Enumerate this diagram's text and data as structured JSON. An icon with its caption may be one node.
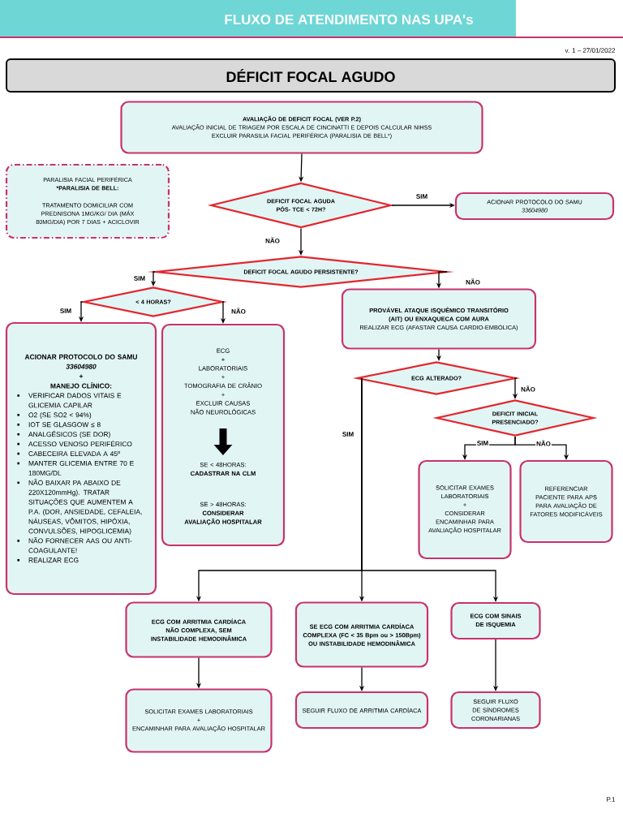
{
  "diagram": {
    "title": "DÉFICIT FOCAL AGUDO",
    "nodes": [
      {
        "text": [
          "AVALIAÇÃO DE DEFICIT FOCAL (VER P.2)",
          "AVALIAÇÃO INICIAL DE TRIAGEM POR ESCALA DE CINCINATTI E DEPOIS CALCULAR NIHSS",
          "EXCLUIR PARASILIA FACIAL PERIFÉRICA (PARALISIA DE BELL*)"
        ]
      },
      {
        "text": [
          "PARALISIA FACIAL PERIFÉRICA",
          "*PARALISIA DE BELL:",
          "TRATAMENTO DOMICILIAR COM PREDNISONA 1MG/KG/ DIA (MÁX 80MG/DIA) POR 7 DIAS + ACICLOVIR"
        ]
      },
      {
        "text": [
          "DEFICIT FOCAL AGUDA PÓS- TCE < 72H?"
        ]
      },
      {
        "text": [
          "ACIONAR PROTOCOLO DO SAMU",
          "33604980"
        ]
      },
      {
        "text": [
          "DEFICIT FOCAL AGUDO PERSISTENTE?"
        ]
      },
      {
        "text": [
          "< 4 HORAS?"
        ]
      },
      {
        "text": [
          "ACIONAR PROTOCOLO DO SAMU *33604980*",
          "+",
          "MANEJO CLÍNICO:",
          "VERIFICAR DADOS VITAIS E GLICEMIA CAPILAR",
          "O2 (SE SO2 < 94%)",
          "IOT SE GLASGOW ≤ 8",
          "ANALGÉSICOS (SE DOR)",
          "ACESSO VENOSO PERIFÉRICO",
          "CABECEIRA ELEVADA A 45º",
          "MANTER GLICEMIA ENTRE 70 E 180MG/DL",
          "NÃO BAIXAR PA ABAIXO DE 220X120mmHg). TRATAR SITUAÇÕES QUE AUMENTEM A P.A. (DOR, ANSIEDADE, CEFALEIA, NÁUSEAS, VÔMITOS, HIPÓXIA, CONVULSÕES, HIPOGLICEMIA)",
          "NÃO FORNECER AAS OU ANTI-COAGULANTE!",
          "REALIZAR ECG"
        ]
      },
      {
        "text": [
          "ECG",
          "+",
          "LABORATORIAIS",
          "+",
          "TOMOGRAFIA DE CRÂNIO",
          "+",
          "EXCLUIR CAUSAS NÃO NEUROLÓGICAS",
          "SE < 48HORAS:",
          "CADASTRAR NA CLM",
          "SE > 48HORAS:",
          "CONSIDERAR AVALIAÇÃO HOSPITALAR"
        ]
      },
      {
        "text": [
          "PROVÁVEL ATAQUE ISQUÊMICO TRANSITÓRIO (AIT) OU ENXAQUECA COM AURA",
          "REALIZAR ECG (AFASTAR CAUSA CARDIO-EMBÓLICA)"
        ]
      },
      {
        "text": [
          "ECG ALTERADO?"
        ]
      },
      {
        "text": [
          "DEFICIT INICIAL PRESENCIADO?"
        ]
      },
      {
        "text": [
          "SOLICITAR EXAMES LABORATORIAIS",
          "+",
          "CONSIDERAR ENCAMINHAR PARA AVALIAÇÃO HOSPITALAR"
        ]
      },
      {
        "text": [
          "REFERENCIAR PACIENTE PARA APS PARA AVALIAÇÃO DE FATORES MODIFICÁVEIS"
        ]
      },
      {
        "text": [
          "ECG COM ARRITMIA CARDÍACA NÃO COMPLEXA, SEM INSTABILIDADE HEMODINÂMICA"
        ]
      },
      {
        "text": [
          "SE ECG COM ARRITMIA CARDÍACA COMPLEXA (FC < 35 Bpm ou > 150Bpm) OU INSTABILIDADE HEMODINÂMICA"
        ]
      },
      {
        "text": [
          "ECG COM SINAIS DE ISQUEMIA"
        ]
      },
      {
        "text": [
          "SOLICITAR EXAMES LABORATORIAIS",
          "+",
          "ENCAMINHAR PARA AVALIAÇÃO HOSPITALAR"
        ]
      },
      {
        "text": [
          "SEGUIR FLUXO DE ARRITMIA CARDÍACA"
        ]
      },
      {
        "text": [
          "SEGUIR FLUXO DE SÍNDROMES CORONARIANAS"
        ]
      }
    ],
    "edges": [
      {
        "from": 0,
        "to": 2,
        "arrow": "to"
      },
      {
        "from": 2,
        "to": 3,
        "arrow": "to",
        "label": "SIM"
      },
      {
        "from": 2,
        "to": 4,
        "arrow": "to",
        "label": "NÃO"
      },
      {
        "from": 4,
        "to": 5,
        "arrow": "to",
        "label": "SIM"
      },
      {
        "from": 4,
        "to": 8,
        "arrow": "to",
        "label": "NÃO"
      },
      {
        "from": 5,
        "to": 6,
        "arrow": "to",
        "label": "SIM"
      },
      {
        "from": 5,
        "to": 7,
        "arrow": "to",
        "label": "NÃO"
      },
      {
        "from": 8,
        "to": 9,
        "arrow": "to"
      },
      {
        "from": 9,
        "to": 10,
        "arrow": "to",
        "label": "NÃO"
      },
      {
        "from": 10,
        "to": 11,
        "arrow": "to",
        "label": "SIM"
      },
      {
        "from": 10,
        "to": 12,
        "arrow": "to",
        "label": "NÃO"
      },
      {
        "from": 9,
        "to": 13,
        "arrow": "to"
      },
      {
        "from": 9,
        "to": 14,
        "arrow": "to",
        "label": "SIM"
      },
      {
        "from": 9,
        "to": 15,
        "arrow": "to"
      },
      {
        "from": 13,
        "to": 16,
        "arrow": "to"
      },
      {
        "from": 14,
        "to": 17,
        "arrow": "to"
      },
      {
        "from": 15,
        "to": 18,
        "arrow": "to"
      }
    ],
    "labels": [
      "FLUXO DE ATENDIMENTO NAS UPA's",
      "v. 1 – 27/01/2022",
      "P.1"
    ]
  }
}
